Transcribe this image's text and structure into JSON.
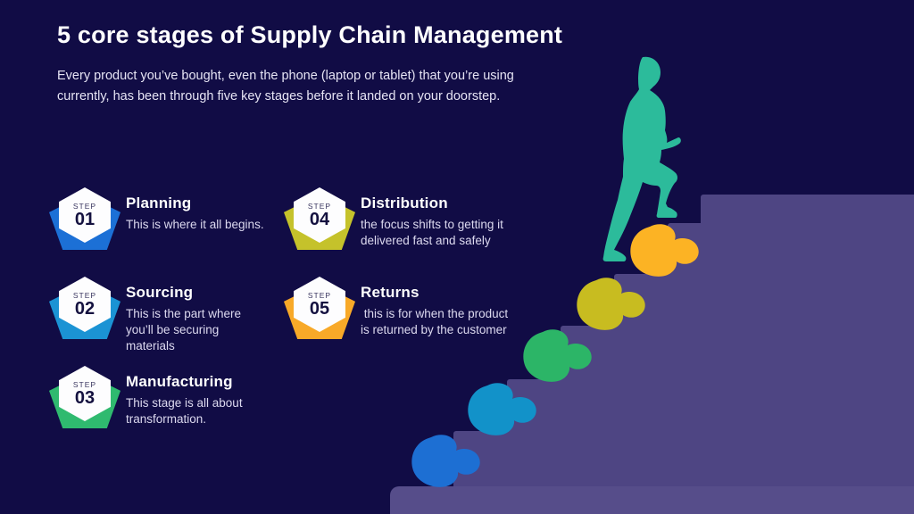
{
  "header": {
    "title": "5 core stages of Supply Chain Management",
    "subtitle": "Every product you’ve bought, even the phone (laptop or tablet) that you’re using currently, has been through five key stages before it landed on your doorstep."
  },
  "steps": [
    {
      "badge_label": "STEP",
      "number": "01",
      "title": "Planning",
      "description": "This is where it all begins.",
      "ribbon_color": "#1c70d6"
    },
    {
      "badge_label": "STEP",
      "number": "02",
      "title": "Sourcing",
      "description": "This is the part where you’ll be securing materials",
      "ribbon_color": "#1b93d4"
    },
    {
      "badge_label": "STEP",
      "number": "03",
      "title": "Manufacturing",
      "description": "This stage is all about transformation.",
      "ribbon_color": "#2fba6f"
    },
    {
      "badge_label": "STEP",
      "number": "04",
      "title": "Distribution",
      "description": "the focus shifts to getting it delivered fast and safely",
      "ribbon_color": "#c5c22b"
    },
    {
      "badge_label": "STEP",
      "number": "05",
      "title": "Returns",
      "description": " this is for when the product is returned by the customer",
      "ribbon_color": "#f8a928"
    }
  ],
  "illustration": {
    "person_color": "#2cbb9b",
    "stair_color": "#4e4583",
    "bottom_step_color": "#564d8a",
    "blob_colors": [
      "#1d6fd3",
      "#1292c9",
      "#2cb567",
      "#c8bc20",
      "#fcb324"
    ]
  },
  "colors": {
    "background": "#110c45"
  }
}
